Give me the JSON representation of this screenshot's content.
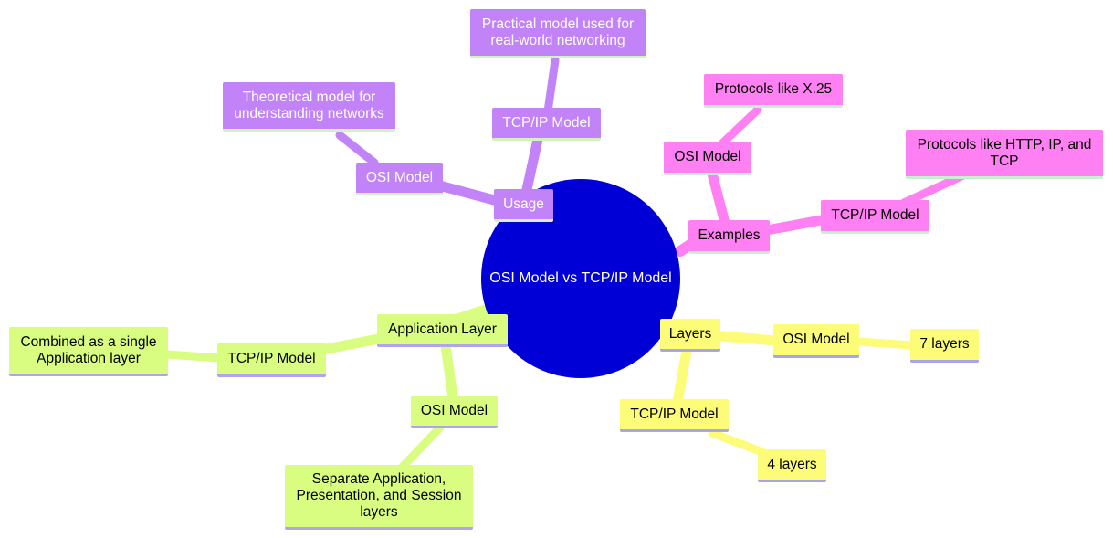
{
  "root": {
    "label": "OSI Model vs TCP/IP Model"
  },
  "colors": {
    "root": "#0000d6",
    "usage": "#c183f7",
    "examples": "#ff80f2",
    "application_layer": "#d8fd80",
    "layers": "#fcfc78"
  },
  "usage": {
    "label": "Usage",
    "osi": {
      "label": "OSI Model",
      "detail": "Theoretical model for understanding networks"
    },
    "tcpip": {
      "label": "TCP/IP Model",
      "detail": "Practical model used for real-world networking"
    }
  },
  "examples": {
    "label": "Examples",
    "osi": {
      "label": "OSI Model",
      "detail": "Protocols like X.25"
    },
    "tcpip": {
      "label": "TCP/IP Model",
      "detail": "Protocols like HTTP, IP, and TCP"
    }
  },
  "application_layer": {
    "label": "Application Layer",
    "tcpip": {
      "label": "TCP/IP Model",
      "detail": "Combined as a single Application layer"
    },
    "osi": {
      "label": "OSI Model",
      "detail": "Separate Application, Presentation, and Session layers"
    }
  },
  "layers": {
    "label": "Layers",
    "osi": {
      "label": "OSI Model",
      "detail": "7 layers"
    },
    "tcpip": {
      "label": "TCP/IP Model",
      "detail": "4 layers"
    }
  }
}
